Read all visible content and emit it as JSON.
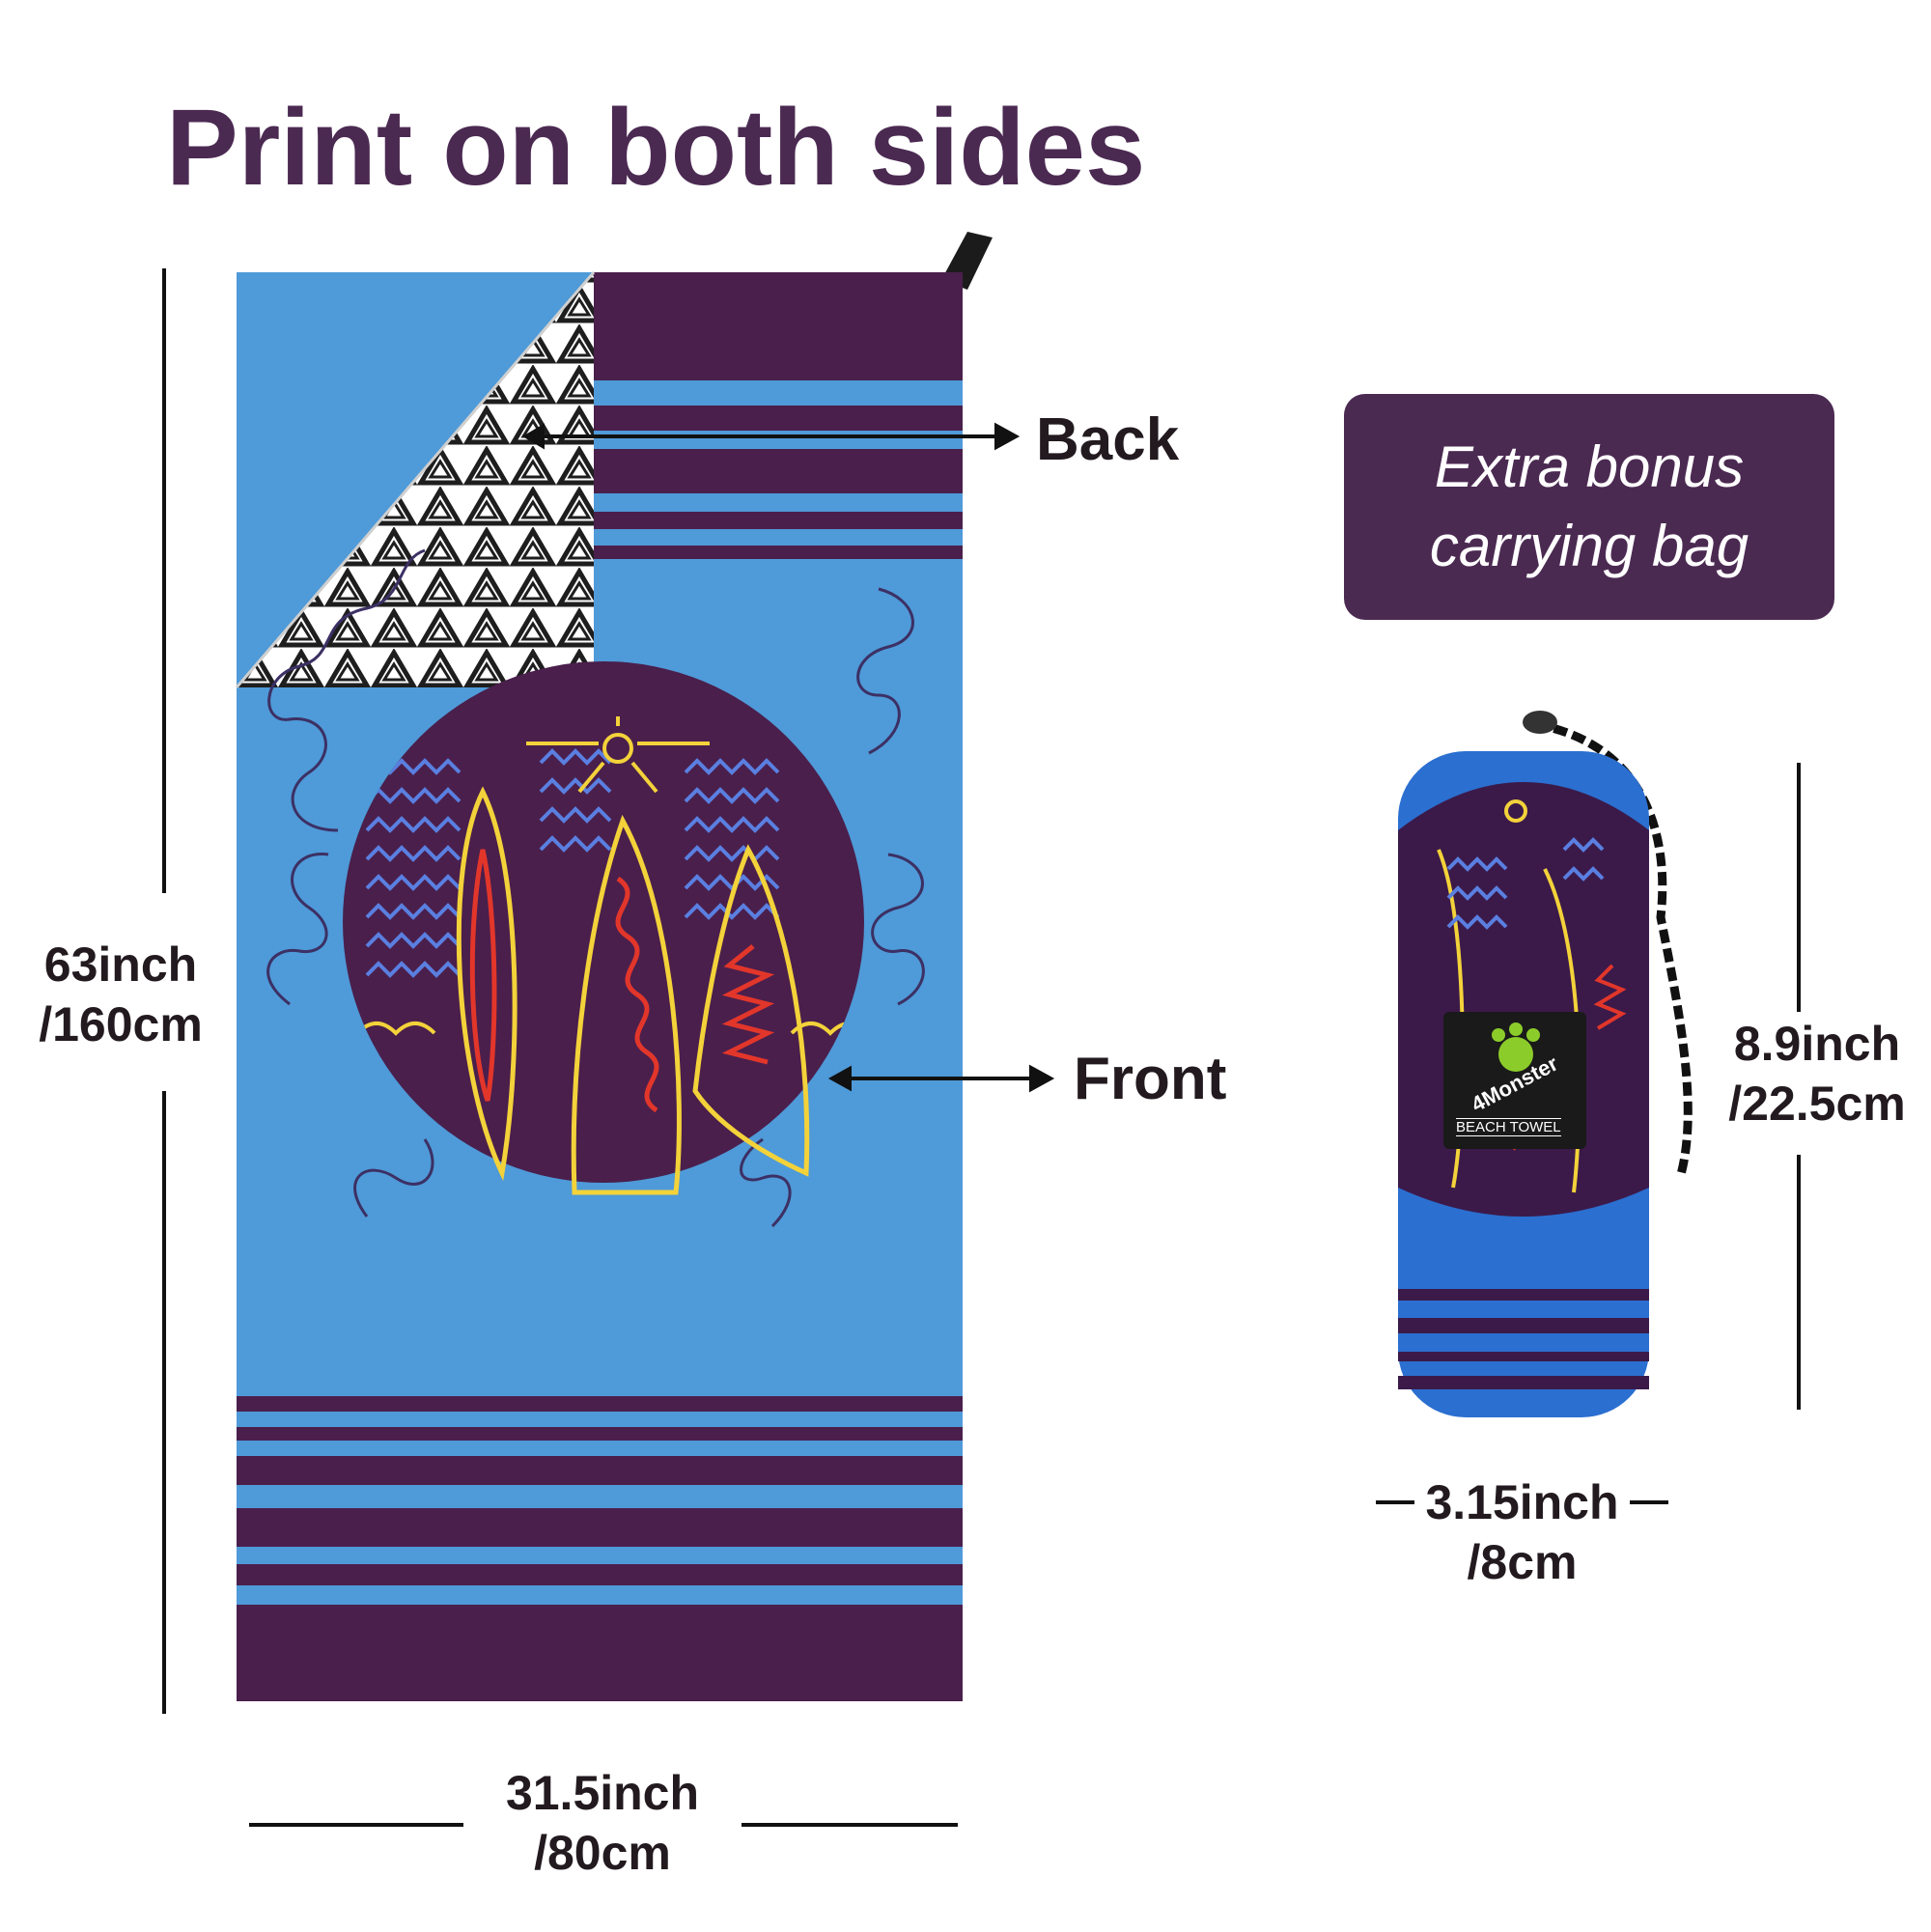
{
  "heading": "Print on both sides",
  "labels": {
    "back": "Back",
    "front": "Front"
  },
  "bonus": {
    "line1": "Extra bonus",
    "line2": "carrying bag"
  },
  "towel_dimensions": {
    "height_in": "63inch",
    "height_cm": "/160cm",
    "width_in": "31.5inch",
    "width_cm": "/80cm"
  },
  "bag_dimensions": {
    "height_in": "8.9inch",
    "height_cm": "/22.5cm",
    "width_in": "3.15inch",
    "width_cm": "/8cm"
  },
  "bag_tag": {
    "brand": "4Monster",
    "product": "BEACH TOWEL"
  },
  "colors": {
    "heading": "#4b2a52",
    "towel_blue": "#4f9ad8",
    "towel_purple": "#4a1f4c",
    "bag_blue": "#2b6fd0",
    "accent_yellow": "#f3d23a",
    "accent_red": "#e2362a"
  }
}
